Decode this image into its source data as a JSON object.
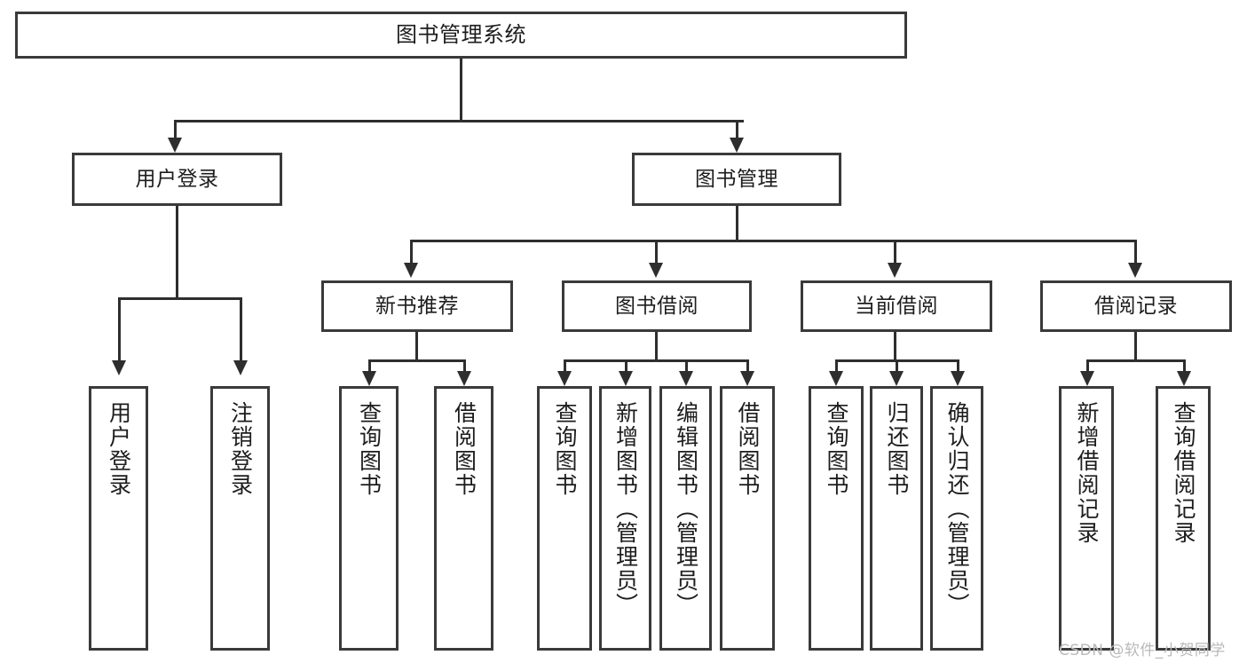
{
  "diagram": {
    "title": "图书管理系统",
    "type": "tree-hierarchy-chart",
    "watermark": "CSDN @软件_小贺同学",
    "colors": {
      "box_border": "#3a3a3a",
      "connector": "#2e2e2e",
      "background": "#ffffff",
      "text": "#1d1d1d",
      "watermark": "#b9b9b9"
    },
    "root": {
      "label": "图书管理系统"
    },
    "level2": [
      {
        "id": "user-login",
        "label": "用户登录"
      },
      {
        "id": "book-manage",
        "label": "图书管理"
      }
    ],
    "level3": [
      {
        "id": "new-book-recommend",
        "label": "新书推荐"
      },
      {
        "id": "book-borrow",
        "label": "图书借阅"
      },
      {
        "id": "current-borrow",
        "label": "当前借阅"
      },
      {
        "id": "borrow-record",
        "label": "借阅记录"
      }
    ],
    "leaves": {
      "user_login": [
        {
          "id": "leaf-user-login",
          "label": "用户登录"
        },
        {
          "id": "leaf-logout-login",
          "label": "注销登录"
        }
      ],
      "new_book_recommend": [
        {
          "id": "leaf-query-book-1",
          "label": "查询图书"
        },
        {
          "id": "leaf-borrow-book-1",
          "label": "借阅图书"
        }
      ],
      "book_borrow": [
        {
          "id": "leaf-query-book-2",
          "label": "查询图书"
        },
        {
          "id": "leaf-add-book",
          "label": "新增图书（管理员）"
        },
        {
          "id": "leaf-edit-book",
          "label": "编辑图书（管理员）"
        },
        {
          "id": "leaf-borrow-book-2",
          "label": "借阅图书"
        }
      ],
      "current_borrow": [
        {
          "id": "leaf-query-book-3",
          "label": "查询图书"
        },
        {
          "id": "leaf-return-book",
          "label": "归还图书"
        },
        {
          "id": "leaf-confirm-return",
          "label": "确认归还（管理员）"
        }
      ],
      "borrow_record": [
        {
          "id": "leaf-add-record",
          "label": "新增借阅记录"
        },
        {
          "id": "leaf-query-record",
          "label": "查询借阅记录"
        }
      ]
    }
  }
}
